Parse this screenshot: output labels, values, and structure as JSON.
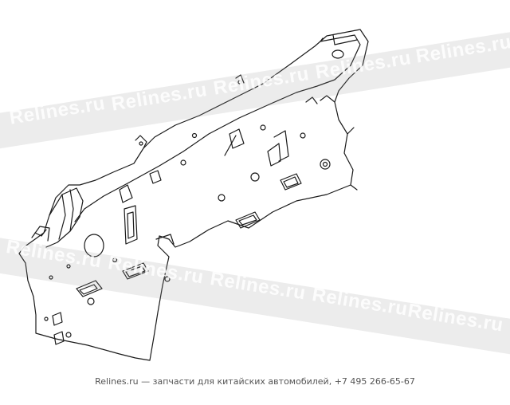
{
  "watermark": {
    "text": "Relines.ru",
    "band_color": "#969696"
  },
  "diagram": {
    "subject": "dash-panel-part-drawing",
    "line_color": "#1a1a1a"
  },
  "footer": {
    "text": "Relines.ru — запчасти для китайских автомобилей, +7 495 266-65-67"
  }
}
